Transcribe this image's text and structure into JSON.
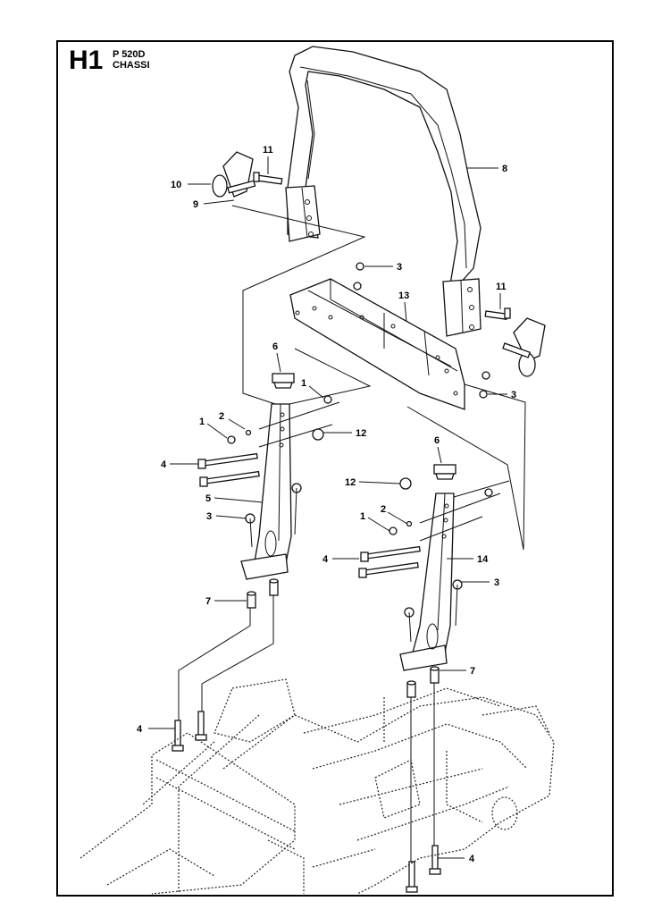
{
  "header": {
    "code": "H1",
    "model": "P 520D",
    "section": "CHASSI"
  },
  "callouts": [
    {
      "id": "c-11a",
      "text": "11"
    },
    {
      "id": "c-10",
      "text": "10"
    },
    {
      "id": "c-9",
      "text": "9"
    },
    {
      "id": "c-8",
      "text": "8"
    },
    {
      "id": "c-3a",
      "text": "3"
    },
    {
      "id": "c-13",
      "text": "13"
    },
    {
      "id": "c-11b",
      "text": "11"
    },
    {
      "id": "c-6a",
      "text": "6"
    },
    {
      "id": "c-1a",
      "text": "1"
    },
    {
      "id": "c-3b",
      "text": "3"
    },
    {
      "id": "c-2a",
      "text": "2"
    },
    {
      "id": "c-1b",
      "text": "1"
    },
    {
      "id": "c-12a",
      "text": "12"
    },
    {
      "id": "c-4a",
      "text": "4"
    },
    {
      "id": "c-6b",
      "text": "6"
    },
    {
      "id": "c-12b",
      "text": "12"
    },
    {
      "id": "c-5",
      "text": "5"
    },
    {
      "id": "c-2b",
      "text": "2"
    },
    {
      "id": "c-3c",
      "text": "3"
    },
    {
      "id": "c-1c",
      "text": "1"
    },
    {
      "id": "c-4b",
      "text": "4"
    },
    {
      "id": "c-14",
      "text": "14"
    },
    {
      "id": "c-3d",
      "text": "3"
    },
    {
      "id": "c-7a",
      "text": "7"
    },
    {
      "id": "c-7b",
      "text": "7"
    },
    {
      "id": "c-4c",
      "text": "4"
    },
    {
      "id": "c-4d",
      "text": "4"
    }
  ]
}
